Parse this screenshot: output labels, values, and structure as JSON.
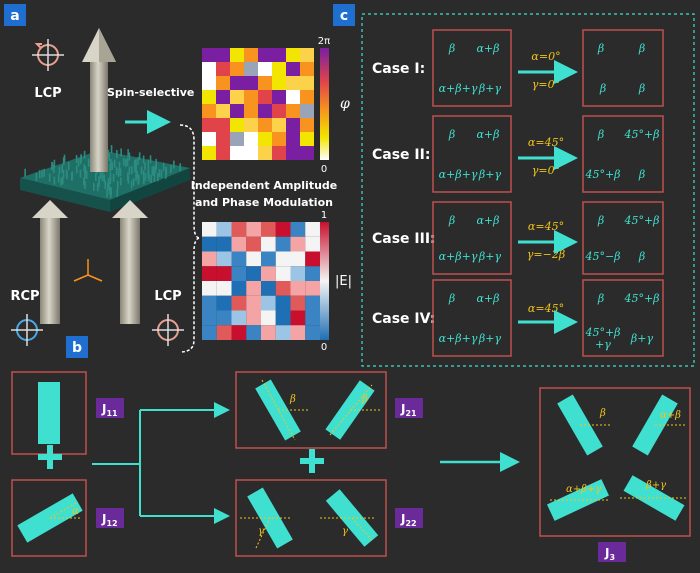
{
  "panel_labels": {
    "a": "a",
    "b": "b",
    "c": "c"
  },
  "panel_a": {
    "lcp_top": "LCP",
    "rcp": "RCP",
    "lcp_bottom": "LCP",
    "spin_selective": "Spin-selective",
    "modulation_line1": "Independent Amplitude",
    "modulation_line2": "and Phase Modulation",
    "phase_symbol": "φ",
    "phase_max": "2π",
    "phase_min": "0",
    "amp_symbol": "|E|",
    "amp_max": "1",
    "amp_min": "0"
  },
  "panel_c": {
    "cases": [
      {
        "label": "Case I:",
        "inputs": [
          "β",
          "α+β",
          "α+β+γ",
          "β+γ"
        ],
        "conditions": [
          "α=0°",
          "γ=0°"
        ],
        "outputs": [
          "β",
          "β",
          "β",
          "β"
        ]
      },
      {
        "label": "Case II:",
        "inputs": [
          "β",
          "α+β",
          "α+β+γ",
          "β+γ"
        ],
        "conditions": [
          "α=45°",
          "γ=0°"
        ],
        "outputs": [
          "β",
          "45°+β",
          "45°+β",
          "β"
        ]
      },
      {
        "label": "Case III:",
        "inputs": [
          "β",
          "α+β",
          "α+β+γ",
          "β+γ"
        ],
        "conditions": [
          "α=45°",
          "γ=−2β"
        ],
        "outputs": [
          "β",
          "45°+β",
          "45°−β",
          "β"
        ]
      },
      {
        "label": "Case IV:",
        "inputs": [
          "β",
          "α+β",
          "α+β+γ",
          "β+γ"
        ],
        "conditions": [
          "α=45°"
        ],
        "outputs": [
          "β",
          "45°+β",
          "45°+β +γ",
          "β+γ"
        ]
      }
    ]
  },
  "panel_b": {
    "j11": "J",
    "j11_sub": "11",
    "j12": "J",
    "j12_sub": "12",
    "j21": "J",
    "j21_sub": "21",
    "j22": "J",
    "j22_sub": "22",
    "j3": "J",
    "j3_sub": "3",
    "alpha": "α",
    "beta": "β",
    "gamma": "γ",
    "j3_labels": [
      "β",
      "α+β",
      "α+β+γ",
      "β+γ"
    ]
  },
  "colors": {
    "background": "#2b2b2b",
    "box_border": "#c0504d",
    "element": "#40e0d0",
    "annotation": "#f0c419",
    "arrow": "#40e0d0",
    "label_blue": "#1f6fd1",
    "tag_purple": "#6a2a9a"
  }
}
